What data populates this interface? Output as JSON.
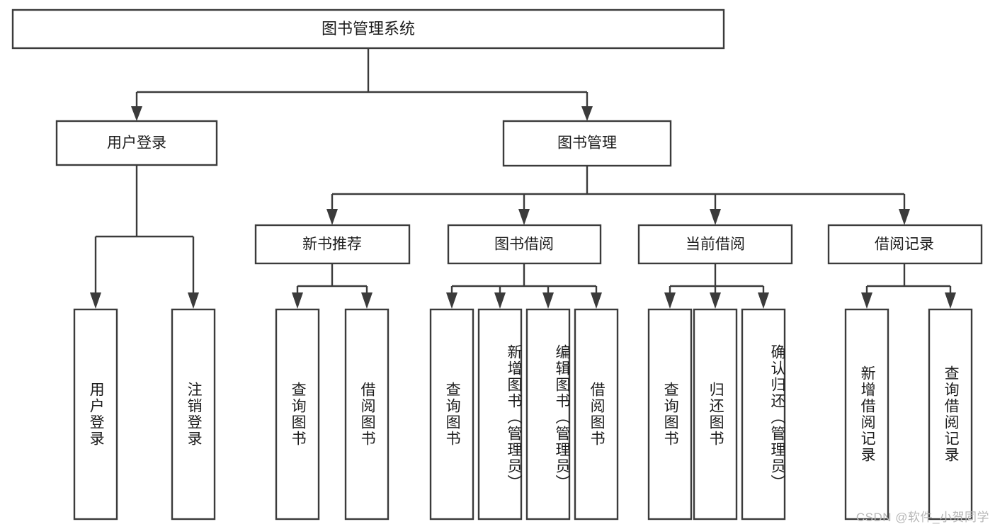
{
  "diagram": {
    "title": "图书管理系统",
    "watermark": "CSDN @软件_小贺同学",
    "colors": {
      "stroke": "#3b3b3b",
      "fill": "#ffffff",
      "text": "#1c1c1c",
      "watermark": "#b7b7b7",
      "background": "#ffffff"
    },
    "root": {
      "label": "图书管理系统"
    },
    "level2": [
      {
        "label": "用户登录"
      },
      {
        "label": "图书管理"
      }
    ],
    "level3": [
      {
        "label": "新书推荐"
      },
      {
        "label": "图书借阅"
      },
      {
        "label": "当前借阅"
      },
      {
        "label": "借阅记录"
      }
    ],
    "leaves": {
      "user_login": [
        {
          "label": "用户登录"
        },
        {
          "label": "注销登录"
        }
      ],
      "new_book_recommend": [
        {
          "label": "查询图书"
        },
        {
          "label": "借阅图书"
        }
      ],
      "book_borrow": [
        {
          "label": "查询图书"
        },
        {
          "label": "新增图书（管理员）"
        },
        {
          "label": "编辑图书（管理员）"
        },
        {
          "label": "借阅图书"
        }
      ],
      "current_borrow": [
        {
          "label": "查询图书"
        },
        {
          "label": "归还图书"
        },
        {
          "label": "确认归还（管理员）"
        }
      ],
      "borrow_record": [
        {
          "label": "新增借阅记录"
        },
        {
          "label": "查询借阅记录"
        }
      ]
    }
  }
}
